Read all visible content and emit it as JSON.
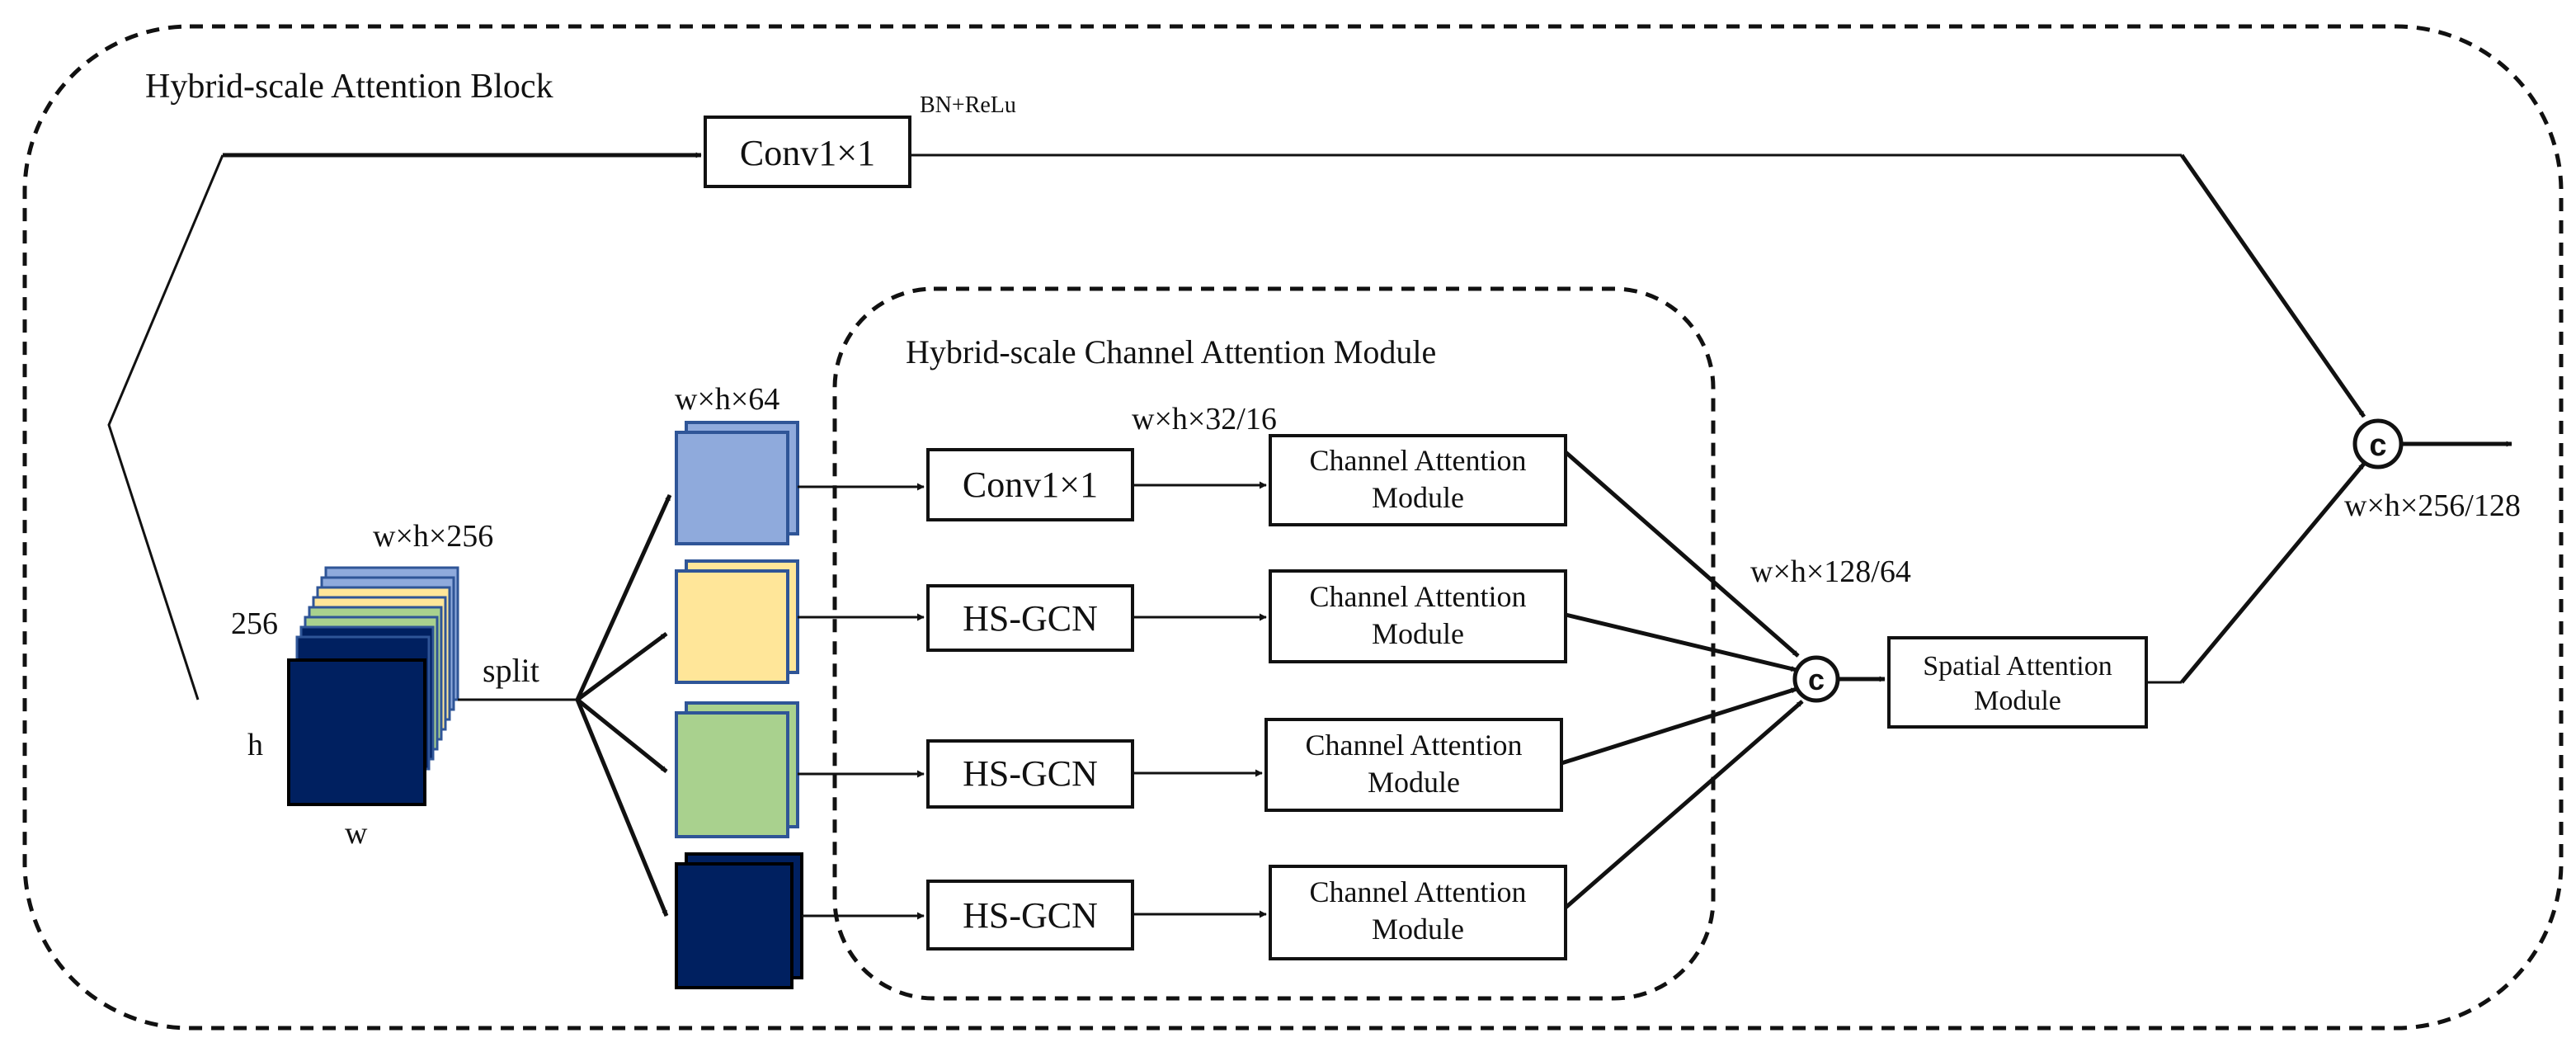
{
  "outer_block": {
    "title": "Hybrid-scale Attention Block"
  },
  "inner_module": {
    "title": "Hybrid-scale Channel Attention Module"
  },
  "top_path": {
    "conv_label": "Conv1×1",
    "norm_label": "BN+ReLu"
  },
  "input_tensor": {
    "dim_label": "w×h×256",
    "channels_label": "256",
    "height_label": "h",
    "width_label": "w"
  },
  "split_label": "split",
  "branch_dim_label": "w×h×64",
  "branch1_dim_label": "w×h×32/16",
  "branches": [
    {
      "op_label": "Conv1×1",
      "cam_line1": "Channel Attention",
      "cam_line2": "Module",
      "color": "#8faadc"
    },
    {
      "op_label": "HS-GCN",
      "cam_line1": "Channel Attention",
      "cam_line2": "Module",
      "color": "#ffe699"
    },
    {
      "op_label": "HS-GCN",
      "cam_line1": "Channel Attention",
      "cam_line2": "Module",
      "color": "#a9d18e"
    },
    {
      "op_label": "HS-GCN",
      "cam_line1": "Channel Attention",
      "cam_line2": "Module",
      "color": "#002060"
    }
  ],
  "concat_dim_label": "w×h×128/64",
  "concat_symbol": "c",
  "spatial_module": {
    "line1": "Spatial Attention",
    "line2": "Module"
  },
  "output_dim_label": "w×h×256/128",
  "colors": {
    "blue_light": "#8faadc",
    "yellow": "#ffe699",
    "green": "#a9d18e",
    "navy": "#002060",
    "stroke": "#2f5597"
  }
}
